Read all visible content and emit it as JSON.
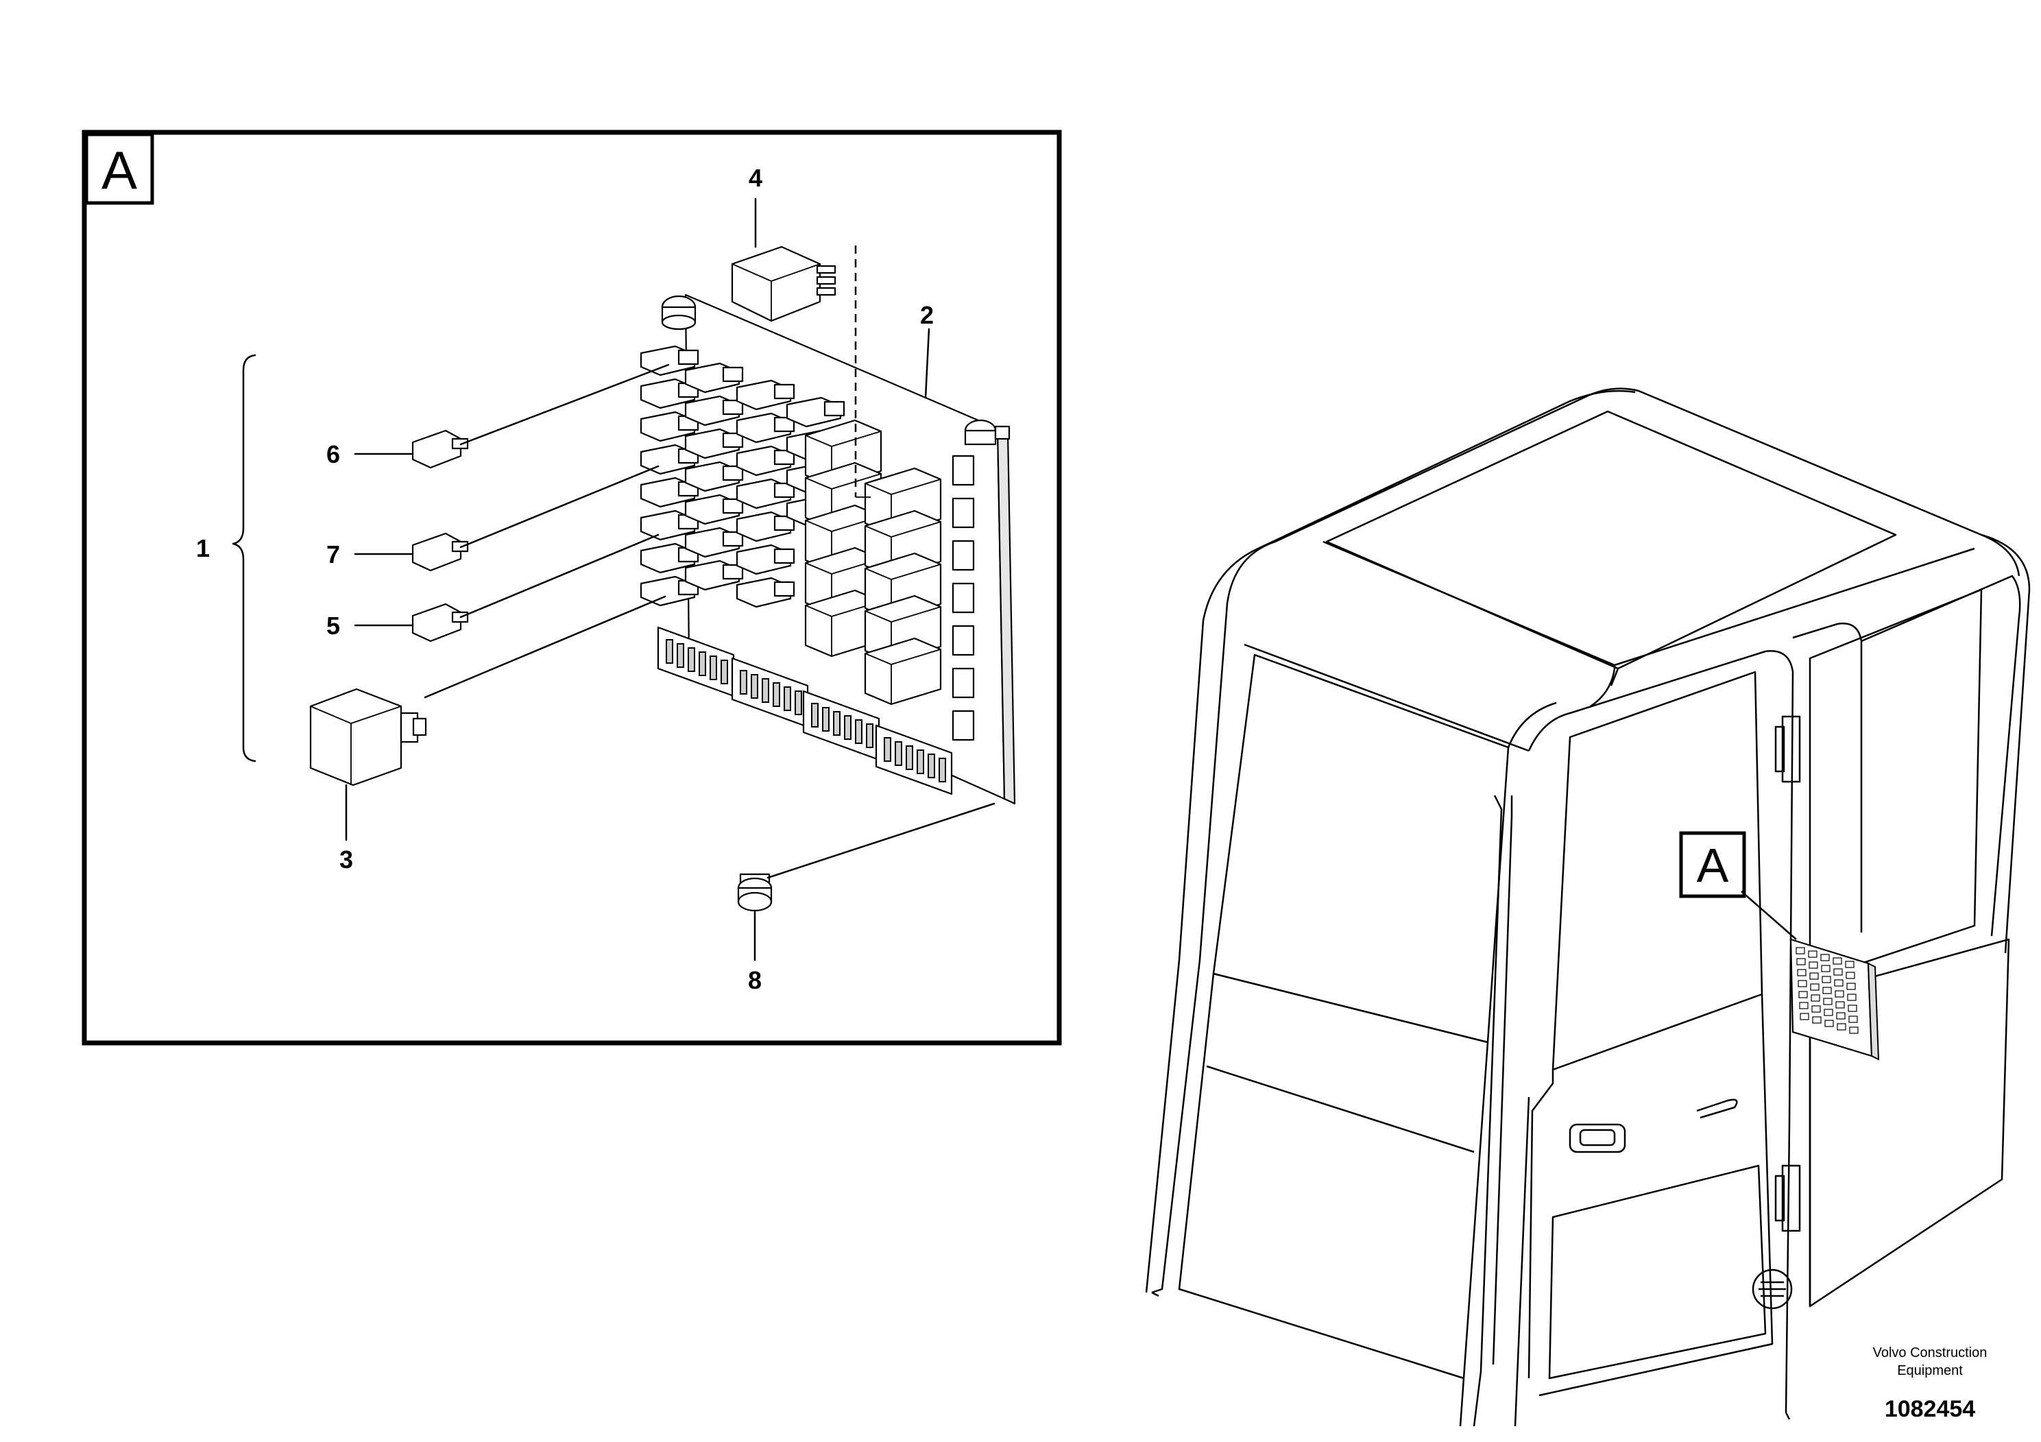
{
  "detail_view": {
    "letter": "A",
    "callouts": [
      {
        "id": "1",
        "label": "1"
      },
      {
        "id": "2",
        "label": "2"
      },
      {
        "id": "3",
        "label": "3"
      },
      {
        "id": "4",
        "label": "4"
      },
      {
        "id": "5",
        "label": "5"
      },
      {
        "id": "6",
        "label": "6"
      },
      {
        "id": "7",
        "label": "7"
      },
      {
        "id": "8",
        "label": "8"
      }
    ]
  },
  "cab_view": {
    "location_letter": "A"
  },
  "footer": {
    "brand_line1": "Volvo Construction",
    "brand_line2": "Equipment",
    "document_number": "1082454"
  }
}
